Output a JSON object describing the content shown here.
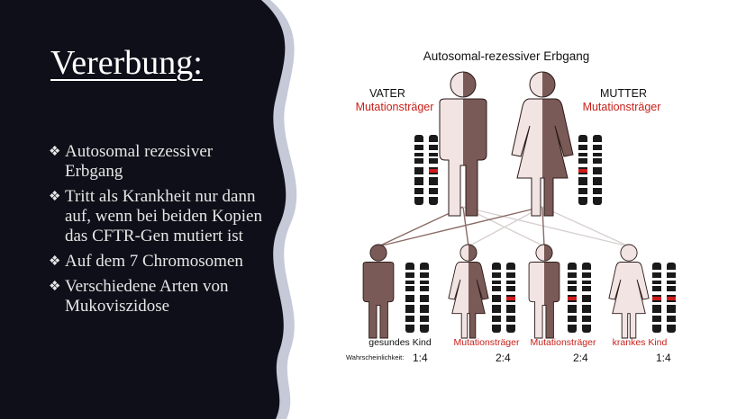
{
  "slide": {
    "title": "Vererbung:",
    "bullets": [
      "Autosomal rezessiver Erbgang",
      "Tritt als Krankheit nur dann auf, wenn bei beiden Kopien das CFTR-Gen mutiert ist",
      "Auf dem 7 Chromosomen",
      "Verschiedene Arten von Mukoviszidose"
    ],
    "bullet_marker": "❖"
  },
  "diagram": {
    "title": "Autosomal-rezessiver Erbgang",
    "father": {
      "role": "VATER",
      "status": "Mutationsträger"
    },
    "mother": {
      "role": "MUTTER",
      "status": "Mutationsträger"
    },
    "children": [
      {
        "label": "gesundes Kind",
        "ratio": "1:4"
      },
      {
        "label": "Mutationsträger",
        "ratio": "2:4"
      },
      {
        "label": "Mutationsträger",
        "ratio": "2:4"
      },
      {
        "label": "krankes Kind",
        "ratio": "1:4"
      }
    ],
    "probability_label": "Wahrscheinlichkeit:"
  },
  "colors": {
    "panel_bg": "#0f0f19",
    "wave": "#c5c9d8",
    "healthy": "#7a5a56",
    "affected": "#f1e4e3",
    "mutation": "#d11a1a",
    "lines": "#8a6a66",
    "text_red": "#c8201a"
  }
}
